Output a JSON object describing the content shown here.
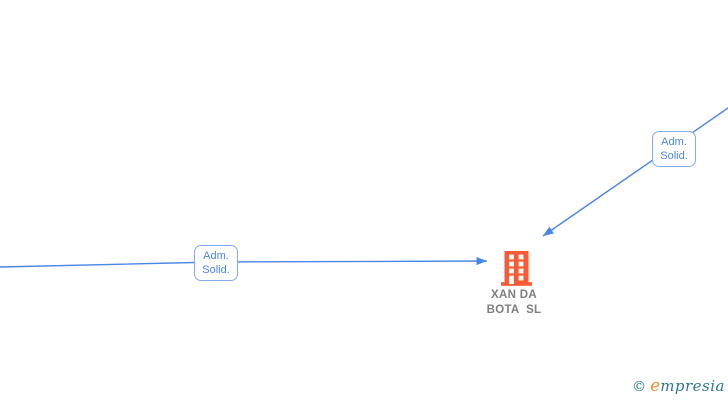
{
  "diagram": {
    "company_node": {
      "name_line1": "XAN DA",
      "name_line2": "BOTA  SL",
      "icon": "building-icon"
    },
    "edge_labels": [
      {
        "line1": "Adm.",
        "line2": "Solid."
      },
      {
        "line1": "Adm.",
        "line2": "Solid."
      }
    ]
  },
  "watermark": {
    "copyright": "©",
    "brand_first_letter": "e",
    "brand_rest": "mpresia"
  },
  "colors": {
    "edge_blue": "#4a86e8",
    "label_border_blue": "#84abef",
    "label_text_blue": "#4a86e8",
    "building_orange": "#f75b33",
    "company_text_gray": "#7e7e7e",
    "watermark_teal": "#2d7595",
    "watermark_orange": "#ef8e2d",
    "background": "#ffffff"
  }
}
